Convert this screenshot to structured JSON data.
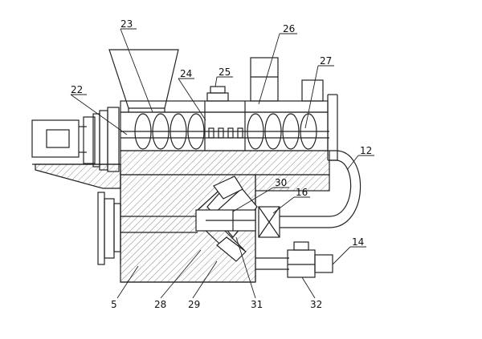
{
  "diagram": {
    "labels": {
      "l23": "23",
      "l26": "26",
      "l22": "22",
      "l24": "24",
      "l25": "25",
      "l27": "27",
      "l12": "12",
      "l30": "30",
      "l16": "16",
      "l14": "14",
      "l5": "5",
      "l28": "28",
      "l29": "29",
      "l31": "31",
      "l32": "32"
    },
    "colors": {
      "line": "#222222",
      "hatch": "#555555",
      "background": "#ffffff"
    }
  }
}
